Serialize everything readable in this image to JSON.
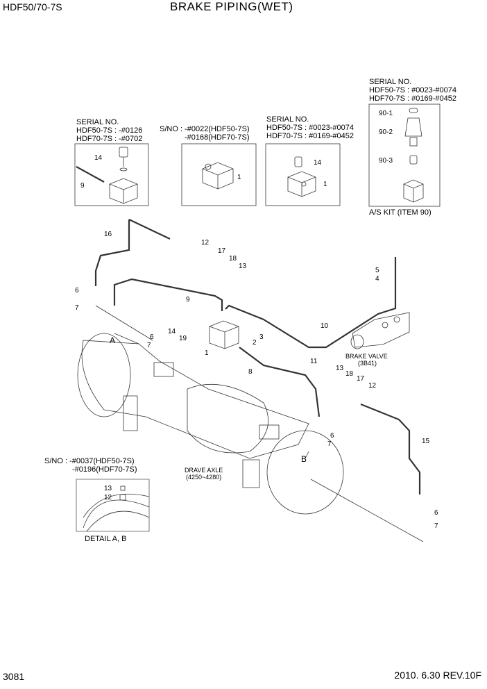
{
  "header": {
    "model": "HDF50/70-7S",
    "title": "BRAKE PIPING(WET)"
  },
  "footer": {
    "page": "3081",
    "date_rev": "2010. 6.30  REV.10F"
  },
  "inset_serial_1": {
    "heading": "SERIAL NO.",
    "line1": "HDF50-7S : -#0126",
    "line2": "HDF70-7S : -#0702",
    "callouts": [
      "14",
      "9"
    ]
  },
  "inset_serial_2": {
    "line1": "S/NO : -#0022(HDF50-7S)",
    "line2": "-#0168(HDF70-7S)",
    "callouts": [
      "1"
    ]
  },
  "inset_serial_3": {
    "heading": "SERIAL NO.",
    "line1": "HDF50-7S : #0023-#0074",
    "line2": "HDF70-7S : #0169-#0452",
    "callouts": [
      "14",
      "1"
    ]
  },
  "inset_serial_4": {
    "heading": "SERIAL NO.",
    "line1": "HDF50-7S : #0023-#0074",
    "line2": "HDF70-7S : #0169-#0452",
    "callouts": [
      "90-1",
      "90-2",
      "90-3"
    ],
    "caption": "A/S KIT (ITEM 90)"
  },
  "detail": {
    "line1": "S/NO : -#0037(HDF50-7S)",
    "line2": "-#0196(HDF70-7S)",
    "callouts": [
      "13",
      "12"
    ],
    "caption": "DETAIL A, B"
  },
  "main": {
    "brake_valve_label": "BRAKE VALVE",
    "brake_valve_code": "(3B41)",
    "drive_axle_label": "DRAVE AXLE",
    "drive_axle_range": "(4250~4280)",
    "marker_a": "A",
    "marker_b": "B",
    "callouts": {
      "c16": "16",
      "c12a": "12",
      "c17a": "17",
      "c18a": "18",
      "c13a": "13",
      "c6a": "6",
      "c7a": "7",
      "c9": "9",
      "c14": "14",
      "c19": "19",
      "c6b": "6",
      "c7b": "7",
      "c3": "3",
      "c2": "2",
      "c1": "1",
      "c10": "10",
      "c5": "5",
      "c4": "4",
      "c11": "11",
      "c8": "8",
      "c13b": "13",
      "c18b": "18",
      "c17b": "17",
      "c12b": "12",
      "c6c": "6",
      "c7c": "7",
      "c15": "15",
      "c6d": "6",
      "c7d": "7"
    }
  }
}
